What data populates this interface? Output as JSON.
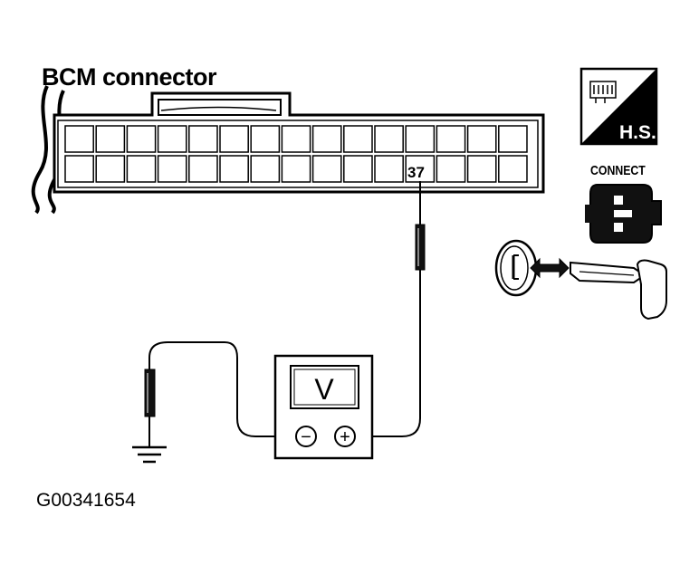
{
  "connector": {
    "title": "BCM connector",
    "pin_number": "37"
  },
  "meter": {
    "symbol": "V",
    "negative_symbol": "−",
    "positive_symbol": "+"
  },
  "icons": {
    "hs_label": "H.S.",
    "connect_label": "CONNECT",
    "harness_icon": "harness-connector-icon",
    "ignition_icon": "ignition-key-icon"
  },
  "figure_id": "G00341654"
}
